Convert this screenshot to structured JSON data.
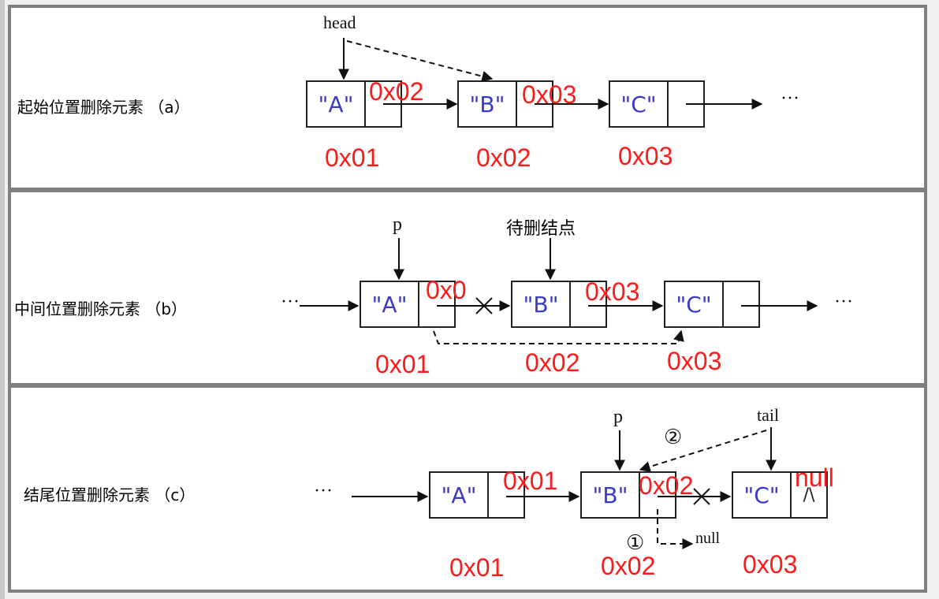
{
  "panel_a": {
    "label": "起始位置删除元素 （a）",
    "head_label": "head",
    "nodes": [
      {
        "data": "\"A\"",
        "addr": "0x01",
        "next_addr": "0x02"
      },
      {
        "data": "\"B\"",
        "addr": "0x02",
        "next_addr": "0x03"
      },
      {
        "data": "\"C\"",
        "addr": "0x03",
        "next_addr": ""
      }
    ],
    "ellipsis": "···"
  },
  "panel_b": {
    "label": "中间位置删除元素 （b）",
    "p_label": "p",
    "delete_label": "待删结点",
    "lead_ellipsis": "···",
    "nodes": [
      {
        "data": "\"A\"",
        "addr": "0x01",
        "next_addr": "0x0"
      },
      {
        "data": "\"B\"",
        "addr": "0x02",
        "next_addr": "0x03"
      },
      {
        "data": "\"C\"",
        "addr": "0x03",
        "next_addr": ""
      }
    ],
    "ellipsis": "···"
  },
  "panel_c": {
    "label": "结尾位置删除元素 （c）",
    "p_label": "p",
    "tail_label": "tail",
    "step1": "①",
    "step2": "②",
    "null_label": "null",
    "lead_ellipsis": "···",
    "nodes": [
      {
        "data": "\"A\"",
        "addr": "0x01",
        "next_addr": "0x01"
      },
      {
        "data": "\"B\"",
        "addr": "0x02",
        "next_addr": "0x02"
      },
      {
        "data": "\"C\"",
        "addr": "0x03",
        "next_addr": "null",
        "ptr_symbol": "/\\"
      }
    ]
  }
}
